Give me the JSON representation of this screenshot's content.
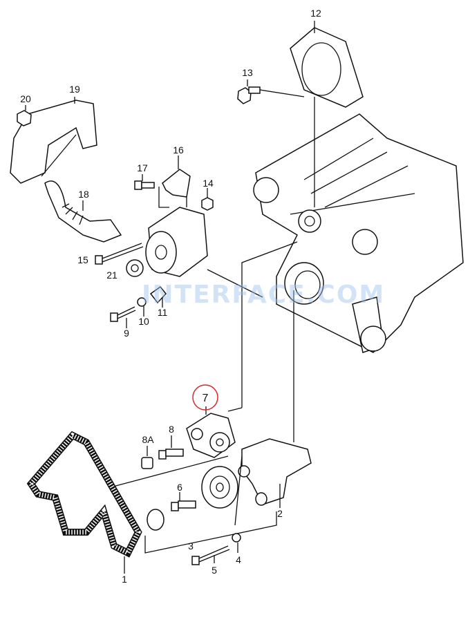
{
  "diagram": {
    "watermark": "INTERFACE.COM",
    "highlight_color": "#d9262b",
    "labels": {
      "p1": "1",
      "p2": "2",
      "p3": "3",
      "p4": "4",
      "p5": "5",
      "p6": "6",
      "p7": "7",
      "p8": "8",
      "p8a": "8A",
      "p9": "9",
      "p10": "10",
      "p11": "11",
      "p12": "12",
      "p13": "13",
      "p14": "14",
      "p15": "15",
      "p16": "16",
      "p17": "17",
      "p18": "18",
      "p19": "19",
      "p20": "20",
      "p21": "21"
    }
  }
}
